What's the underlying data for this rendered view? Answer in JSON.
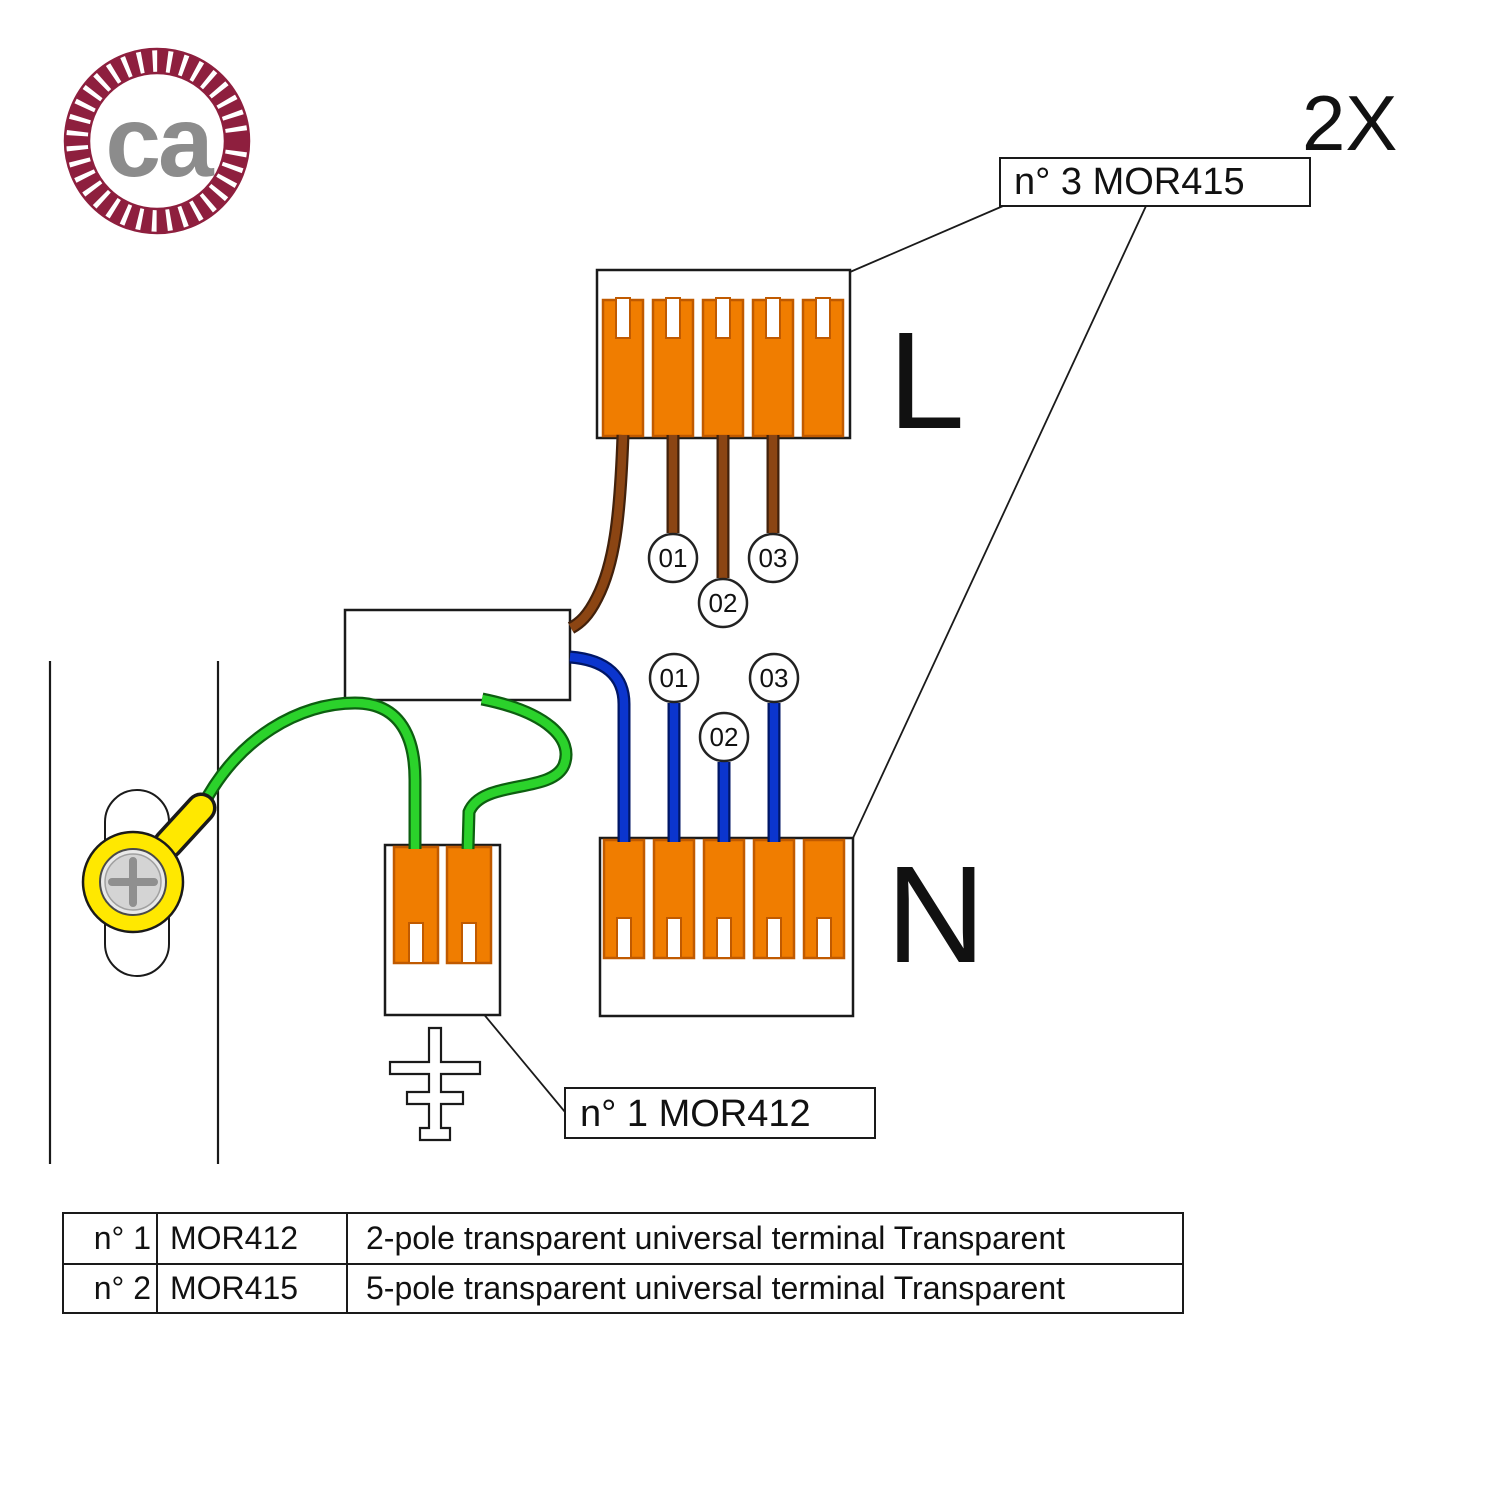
{
  "logo": {
    "text": "ca"
  },
  "header": {
    "quantity_note": "2X"
  },
  "callouts": {
    "mor415": "n° 3 MOR415",
    "mor412": "n° 1 MOR412"
  },
  "terminals": {
    "line_label": "L",
    "neutral_label": "N"
  },
  "wire_numbers": {
    "top": [
      "01",
      "02",
      "03"
    ],
    "bottom": [
      "01",
      "02",
      "03"
    ]
  },
  "colors": {
    "terminal_orange": "#F07D00",
    "terminal_outline": "#C05A00",
    "wire_brown": "#8B4513",
    "wire_blue": "#0B35CE",
    "wire_green": "#2BD22B",
    "earth_yellow": "#FFE800",
    "logo_maroon": "#8E1F3E",
    "line_color": "#1A1A1A"
  },
  "table": {
    "rows": [
      {
        "qty": "n° 1",
        "code": "MOR412",
        "description": "2-pole transparent universal terminal Transparent"
      },
      {
        "qty": "n° 2",
        "code": "MOR415",
        "description": "5-pole transparent universal terminal Transparent"
      }
    ]
  }
}
